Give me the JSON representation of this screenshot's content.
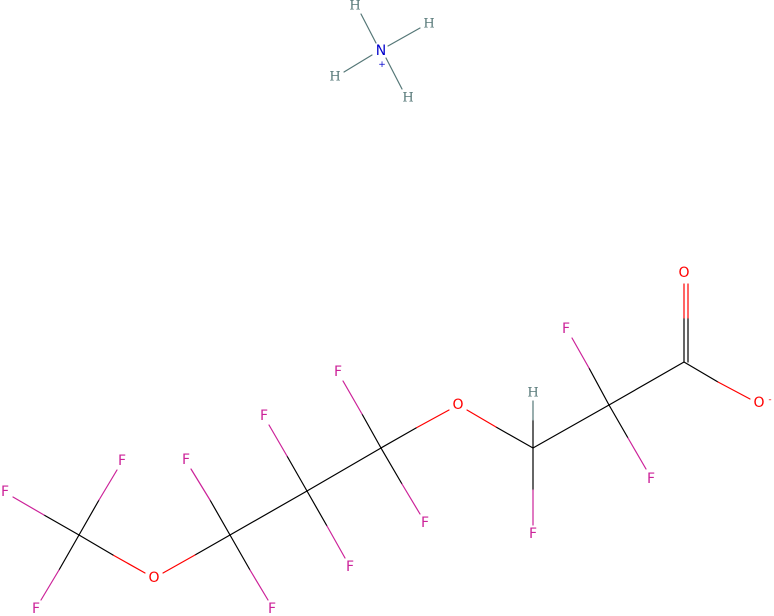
{
  "molecule": {
    "colors": {
      "carbon": "#000000",
      "nitrogen": "#0000cc",
      "oxygen": "#ff0000",
      "fluorine": "#cc2299",
      "hydrogen": "#557777"
    },
    "ammonium": {
      "symbol": "N",
      "charge": "+",
      "hydrogens": [
        "H",
        "H",
        "H",
        "H"
      ]
    },
    "anion": {
      "carbonyl_oxygen": "O",
      "carboxylate_oxygen": "O",
      "carboxylate_charge": "-",
      "ether_oxygen_1": "O",
      "ether_oxygen_2": "O",
      "methine_hydrogen": "H",
      "fluorines": [
        "F",
        "F",
        "F",
        "F",
        "F",
        "F",
        "F",
        "F",
        "F",
        "F",
        "F"
      ]
    }
  }
}
